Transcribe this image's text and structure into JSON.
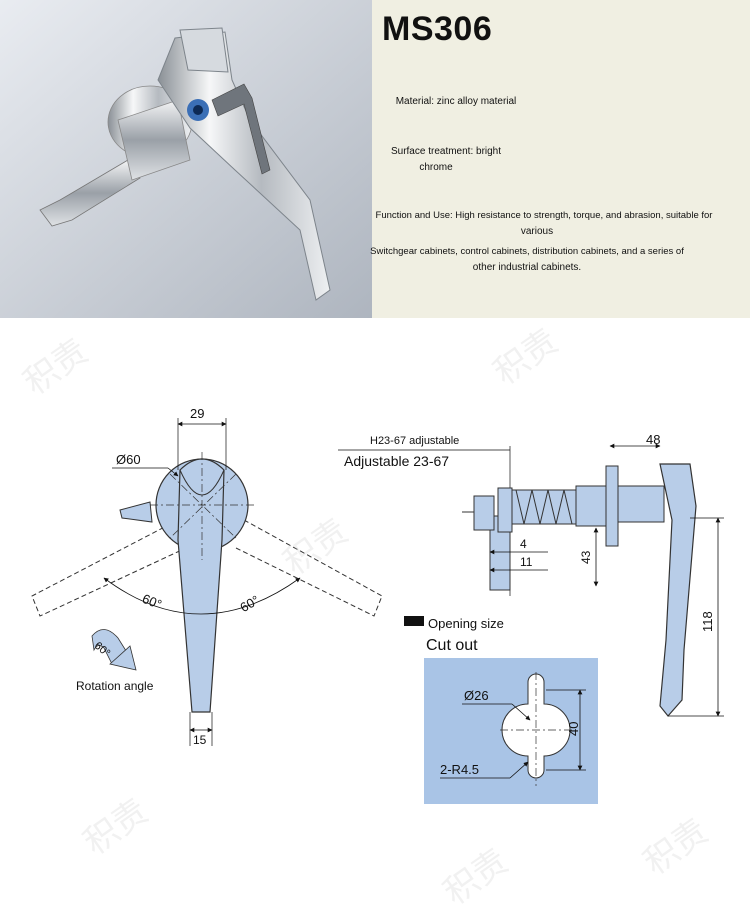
{
  "header": {
    "model": "MS306",
    "material": "Material: zinc alloy material",
    "surface_line1": "Surface treatment: bright",
    "surface_line2": "chrome",
    "function_line1": "Function and Use: High resistance to strength, torque, and abrasion, suitable for",
    "function_line2": "various",
    "function_line3": "Switchgear cabinets, control cabinets, distribution cabinets, and a series of",
    "function_line4": "other industrial cabinets."
  },
  "front_view": {
    "dim_width_top": "29",
    "dim_diameter": "Ø60",
    "angle_left": "60°",
    "angle_right": "60°",
    "rotation_symbol": "60°",
    "rotation_label": "Rotation angle",
    "dim_width_bottom": "15"
  },
  "side_view": {
    "adjustable_label_1": "H23-67 adjustable",
    "adjustable_label_2": "Adjustable 23-67",
    "dim_48": "48",
    "dim_4": "4",
    "dim_11": "11",
    "dim_43": "43",
    "dim_118": "118"
  },
  "cutout": {
    "heading_1": "Opening size",
    "heading_2": "Cut out",
    "dim_diameter": "Ø26",
    "dim_height": "40",
    "dim_radius": "2-R4.5"
  },
  "watermark": "积责",
  "colors": {
    "part_fill": "#b8cde8",
    "cutout_bg": "#a9c4e6",
    "info_bg": "#f0efe2"
  }
}
